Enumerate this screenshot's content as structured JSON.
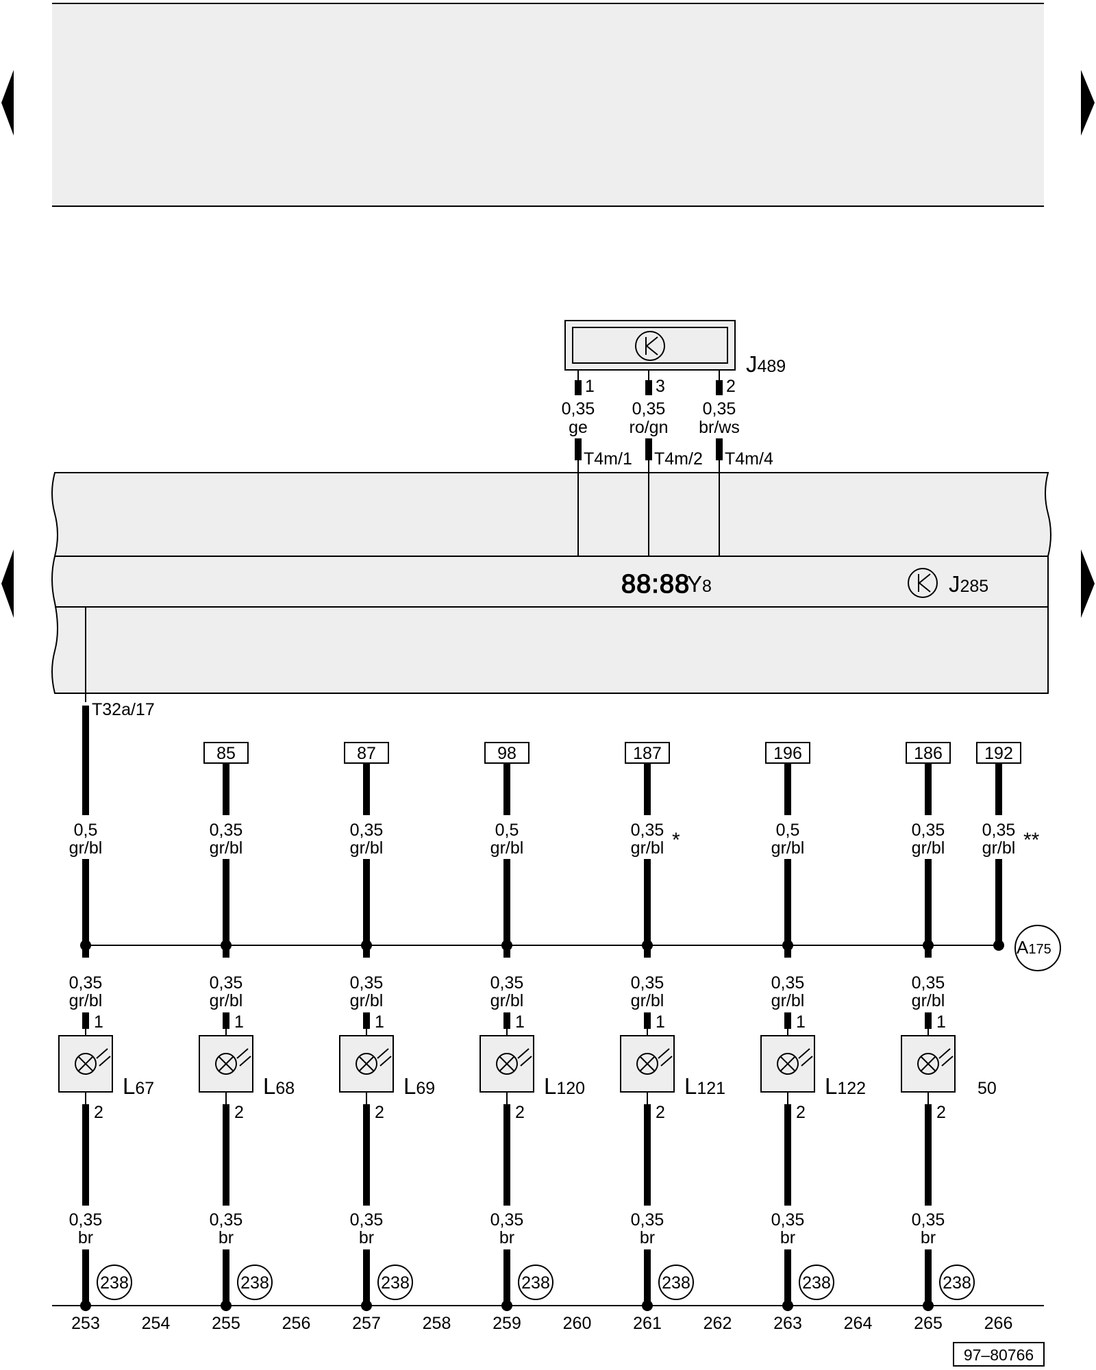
{
  "nav": {
    "prev_arrow": "previous-page-arrow",
    "next_arrow": "next-page-arrow"
  },
  "top_box": {},
  "j489": {
    "component": "J",
    "number": "489",
    "pins": [
      {
        "pin": "1",
        "size": "0,35",
        "color": "ge",
        "connector": "T4m/1"
      },
      {
        "pin": "3",
        "size": "0,35",
        "color": "ro/gn",
        "connector": "T4m/2"
      },
      {
        "pin": "2",
        "size": "0,35",
        "color": "br/ws",
        "connector": "T4m/4"
      }
    ]
  },
  "instrument_cluster": {
    "display_segments": "88:88",
    "y8_letter": "Y",
    "y8_number": "8",
    "j285_letter": "J",
    "j285_number": "285",
    "t32_connector": "T32a/17"
  },
  "upper_wires": [
    {
      "ref": "",
      "size": "0,5",
      "color": "gr/bl",
      "mark": ""
    },
    {
      "ref": "85",
      "size": "0,35",
      "color": "gr/bl",
      "mark": ""
    },
    {
      "ref": "87",
      "size": "0,35",
      "color": "gr/bl",
      "mark": ""
    },
    {
      "ref": "98",
      "size": "0,5",
      "color": "gr/bl",
      "mark": ""
    },
    {
      "ref": "187",
      "size": "0,35",
      "color": "gr/bl",
      "mark": "*"
    },
    {
      "ref": "196",
      "size": "0,5",
      "color": "gr/bl",
      "mark": ""
    },
    {
      "ref": "186",
      "size": "0,35",
      "color": "gr/bl",
      "mark": ""
    },
    {
      "ref": "192",
      "size": "0,35",
      "color": "gr/bl",
      "mark": "**"
    }
  ],
  "connection_a175": {
    "letter": "A",
    "number": "175"
  },
  "lamps": [
    {
      "letter": "L",
      "number": "67",
      "in_size": "0,35",
      "in_color": "gr/bl",
      "pin_in": "1",
      "pin_out": "2",
      "out_size": "0,35",
      "out_color": "br",
      "ground": "238"
    },
    {
      "letter": "L",
      "number": "68",
      "in_size": "0,35",
      "in_color": "gr/bl",
      "pin_in": "1",
      "pin_out": "2",
      "out_size": "0,35",
      "out_color": "br",
      "ground": "238"
    },
    {
      "letter": "L",
      "number": "69",
      "in_size": "0,35",
      "in_color": "gr/bl",
      "pin_in": "1",
      "pin_out": "2",
      "out_size": "0,35",
      "out_color": "br",
      "ground": "238"
    },
    {
      "letter": "L",
      "number": "120",
      "in_size": "0,35",
      "in_color": "gr/bl",
      "pin_in": "1",
      "pin_out": "2",
      "out_size": "0,35",
      "out_color": "br",
      "ground": "238"
    },
    {
      "letter": "L",
      "number": "121",
      "in_size": "0,35",
      "in_color": "gr/bl",
      "pin_in": "1",
      "pin_out": "2",
      "out_size": "0,35",
      "out_color": "br",
      "ground": "238"
    },
    {
      "letter": "L",
      "number": "122",
      "in_size": "0,35",
      "in_color": "gr/bl",
      "pin_in": "1",
      "pin_out": "2",
      "out_size": "0,35",
      "out_color": "br",
      "ground": "238"
    },
    {
      "letter": "",
      "number": "",
      "in_size": "0,35",
      "in_color": "gr/bl",
      "pin_in": "1",
      "pin_out": "2",
      "out_size": "0,35",
      "out_color": "br",
      "ground": "238"
    }
  ],
  "lamp7_side_label": "50",
  "tracks": [
    "253",
    "254",
    "255",
    "256",
    "257",
    "258",
    "259",
    "260",
    "261",
    "262",
    "263",
    "264",
    "265",
    "266"
  ],
  "doc_number": "97–80766",
  "colors": {
    "box_fill": "#eeeeee",
    "line": "#000000"
  }
}
